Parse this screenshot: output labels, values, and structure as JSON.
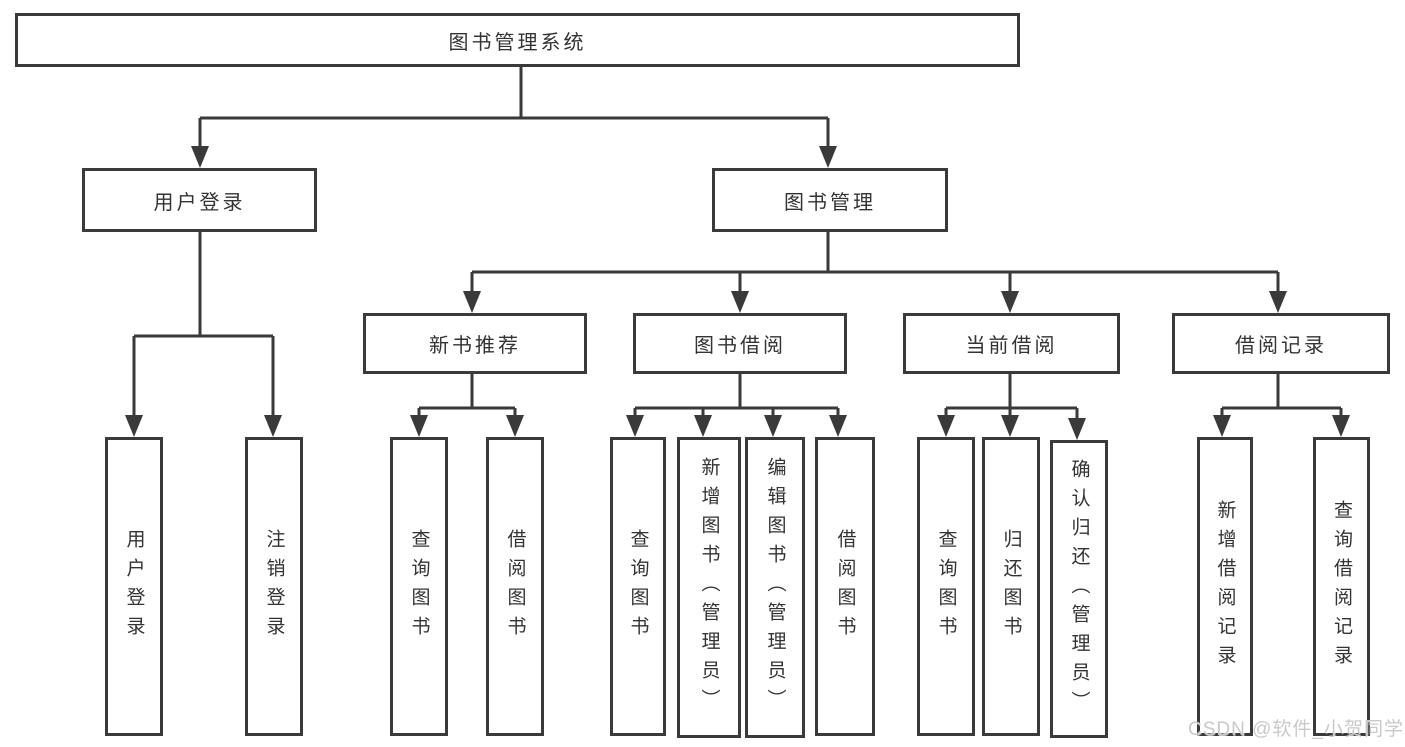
{
  "diagram": {
    "watermark": "CSDN @软件_小贺同学"
  },
  "colors": {
    "line": "#3a3a3a",
    "text": "#333333",
    "watermark": "#c9c9c9",
    "background": "#ffffff"
  },
  "tree": {
    "root": "图书管理系统",
    "user_login": {
      "label": "用户登录",
      "children": [
        "用户登录",
        "注销登录"
      ]
    },
    "book_management": {
      "label": "图书管理",
      "groups": [
        {
          "label": "新书推荐",
          "children": [
            "查询图书",
            "借阅图书"
          ]
        },
        {
          "label": "图书借阅",
          "children": [
            "查询图书",
            "新增图书（管理员）",
            "编辑图书（管理员）",
            "借阅图书"
          ]
        },
        {
          "label": "当前借阅",
          "children": [
            "查询图书",
            "归还图书",
            "确认归还（管理员）"
          ]
        },
        {
          "label": "借阅记录",
          "children": [
            "新增借阅记录",
            "查询借阅记录"
          ]
        }
      ]
    }
  }
}
